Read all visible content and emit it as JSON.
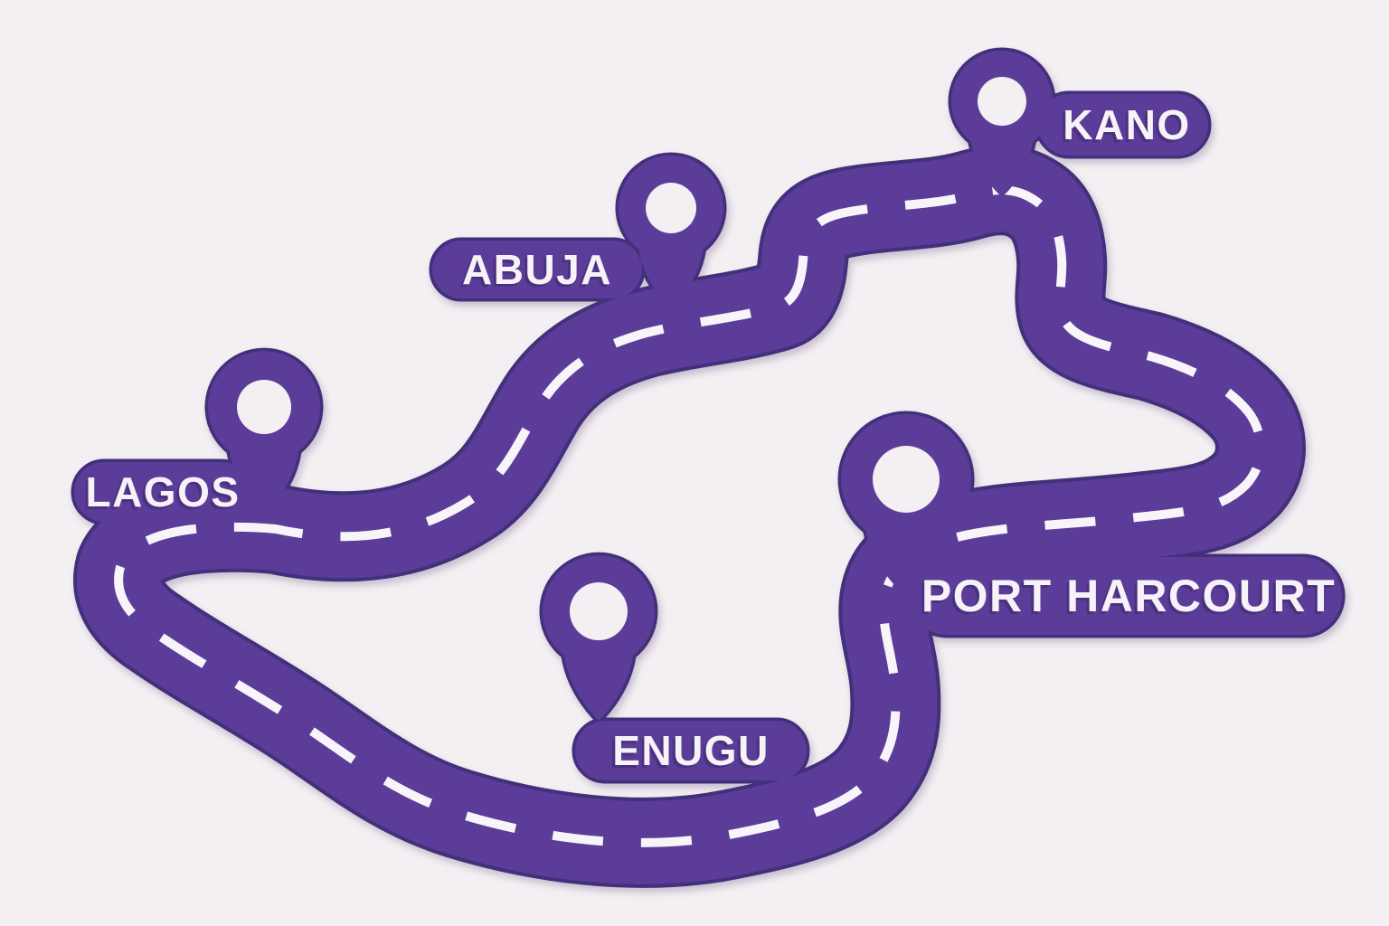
{
  "scene": {
    "description": "Stylized winding road map of Nigerian cities",
    "colors": {
      "background_color": "#f3eff2",
      "road_color": "#5b3c98",
      "outline_color": "#42307a",
      "dash_color": "#f8f5fa",
      "label_text_color": "#f6f2f8"
    },
    "cities": [
      {
        "name": "LAGOS",
        "icon": "map-pin"
      },
      {
        "name": "ABUJA",
        "icon": "map-pin"
      },
      {
        "name": "KANO",
        "icon": "map-pin"
      },
      {
        "name": "ENUGU",
        "icon": "map-pin"
      },
      {
        "name": "PORT HARCOURT",
        "icon": "map-pin"
      }
    ]
  }
}
